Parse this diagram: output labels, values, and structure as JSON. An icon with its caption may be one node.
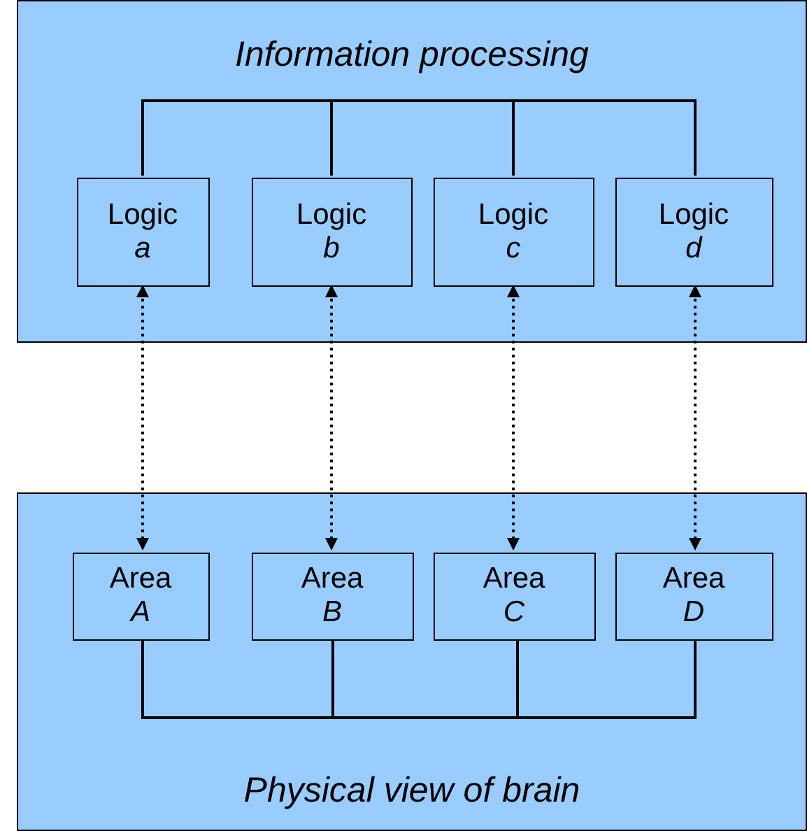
{
  "diagram": {
    "nodes": [
      {
        "text": [
          "Information processing"
        ]
      },
      {
        "text": [
          "Logic *a*"
        ],
        "in": 0
      },
      {
        "text": [
          "Logic *b*"
        ],
        "in": 0
      },
      {
        "text": [
          "Logic *c*"
        ],
        "in": 0
      },
      {
        "text": [
          "Logic *d*"
        ],
        "in": 0
      },
      {
        "text": [
          "Physical view of brain"
        ]
      },
      {
        "text": [
          "Area *A*"
        ],
        "in": 5
      },
      {
        "text": [
          "Area *B*"
        ],
        "in": 5
      },
      {
        "text": [
          "Area *C*"
        ],
        "in": 5
      },
      {
        "text": [
          "Area *D*"
        ],
        "in": 5
      }
    ],
    "edges": [
      {
        "from": 1,
        "to": 2,
        "arrow": "none"
      },
      {
        "from": 2,
        "to": 3,
        "arrow": "none"
      },
      {
        "from": 3,
        "to": 4,
        "arrow": "none"
      },
      {
        "from": 1,
        "to": 6,
        "arrow": "both",
        "style": "dashed"
      },
      {
        "from": 2,
        "to": 7,
        "arrow": "both",
        "style": "dashed"
      },
      {
        "from": 3,
        "to": 8,
        "arrow": "both",
        "style": "dashed"
      },
      {
        "from": 4,
        "to": 9,
        "arrow": "both",
        "style": "dashed"
      },
      {
        "from": 6,
        "to": 7,
        "arrow": "none"
      },
      {
        "from": 7,
        "to": 8,
        "arrow": "none"
      },
      {
        "from": 8,
        "to": 9,
        "arrow": "none"
      }
    ]
  }
}
